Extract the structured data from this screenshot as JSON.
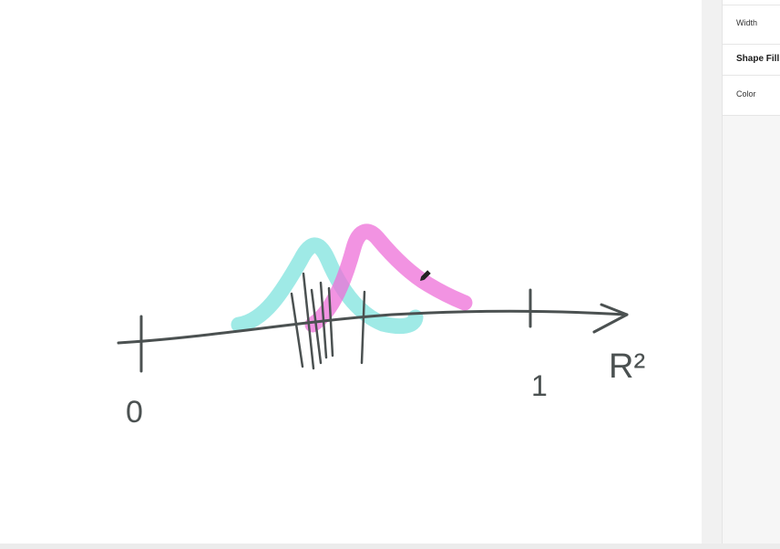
{
  "canvas": {
    "labels": {
      "zero": "0",
      "one": "1",
      "r_squared": "R²"
    },
    "colors": {
      "axis": "#4b5151",
      "cyan_stroke": "#7fe3de",
      "pink_stroke": "#ee6fd8"
    },
    "tool_icon": "pencil-icon"
  },
  "panel": {
    "width_label": "Width",
    "shape_fill_title": "Shape Fill",
    "color_label": "Color"
  }
}
